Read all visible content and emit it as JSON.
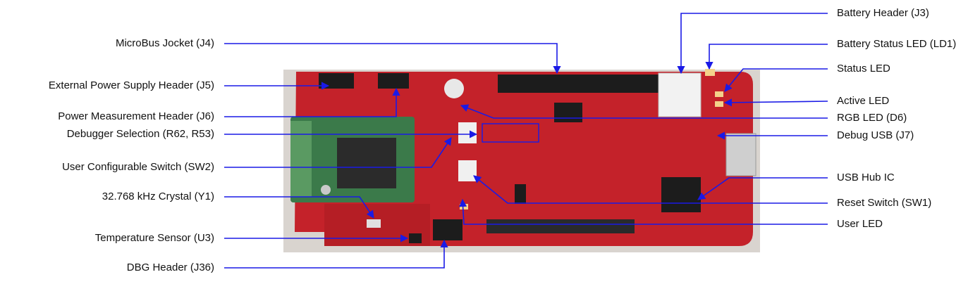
{
  "left_labels": [
    "MicroBus Jocket (J4)",
    "External Power Supply Header (J5)",
    "Power Measurement Header (J6)",
    "Debugger Selection (R62, R53)",
    "User Configurable Switch (SW2)",
    "32.768 kHz Crystal (Y1)",
    "Temperature Sensor (U3)",
    "DBG Header (J36)"
  ],
  "right_labels": [
    "Battery Header (J3)",
    "Battery Status LED (LD1)",
    "Status LED",
    "Active LED",
    "RGB LED (D6)",
    "Debug USB (J7)",
    "USB Hub IC",
    "Reset Switch (SW1)",
    "User LED"
  ],
  "colors": {
    "board": "#c4222a",
    "board_dark": "#9f1a20",
    "module": "#3b7a4a",
    "leader": "#1a1ae6"
  }
}
